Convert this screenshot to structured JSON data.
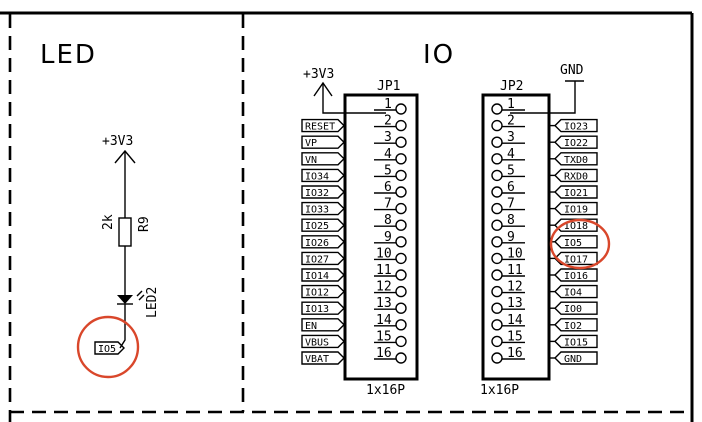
{
  "sections": {
    "led_title": "LED",
    "io_title": "IO"
  },
  "led": {
    "power": "+3V3",
    "resistor_value": "2k",
    "resistor_ref": "R9",
    "led_ref": "LED2",
    "net": "IO5"
  },
  "io": {
    "power": "+3V3",
    "gnd": "GND",
    "jp1": {
      "ref": "JP1",
      "footprint": "1x16P",
      "pins": [
        "1",
        "2",
        "3",
        "4",
        "5",
        "6",
        "7",
        "8",
        "9",
        "10",
        "11",
        "12",
        "13",
        "14",
        "15",
        "16"
      ],
      "labels": [
        "",
        "RESET",
        "VP",
        "VN",
        "IO34",
        "IO32",
        "IO33",
        "IO25",
        "IO26",
        "IO27",
        "IO14",
        "IO12",
        "IO13",
        "EN",
        "VBUS",
        "VBAT"
      ]
    },
    "jp2": {
      "ref": "JP2",
      "footprint": "1x16P",
      "pins": [
        "1",
        "2",
        "3",
        "4",
        "5",
        "6",
        "7",
        "8",
        "9",
        "10",
        "11",
        "12",
        "13",
        "14",
        "15",
        "16"
      ],
      "labels": [
        "",
        "IO23",
        "IO22",
        "TXD0",
        "RXD0",
        "IO21",
        "IO19",
        "IO18",
        "IO5",
        "IO17",
        "IO16",
        "IO4",
        "IO0",
        "IO2",
        "IO15",
        "GND"
      ]
    }
  },
  "highlight_color": "#d9472b"
}
